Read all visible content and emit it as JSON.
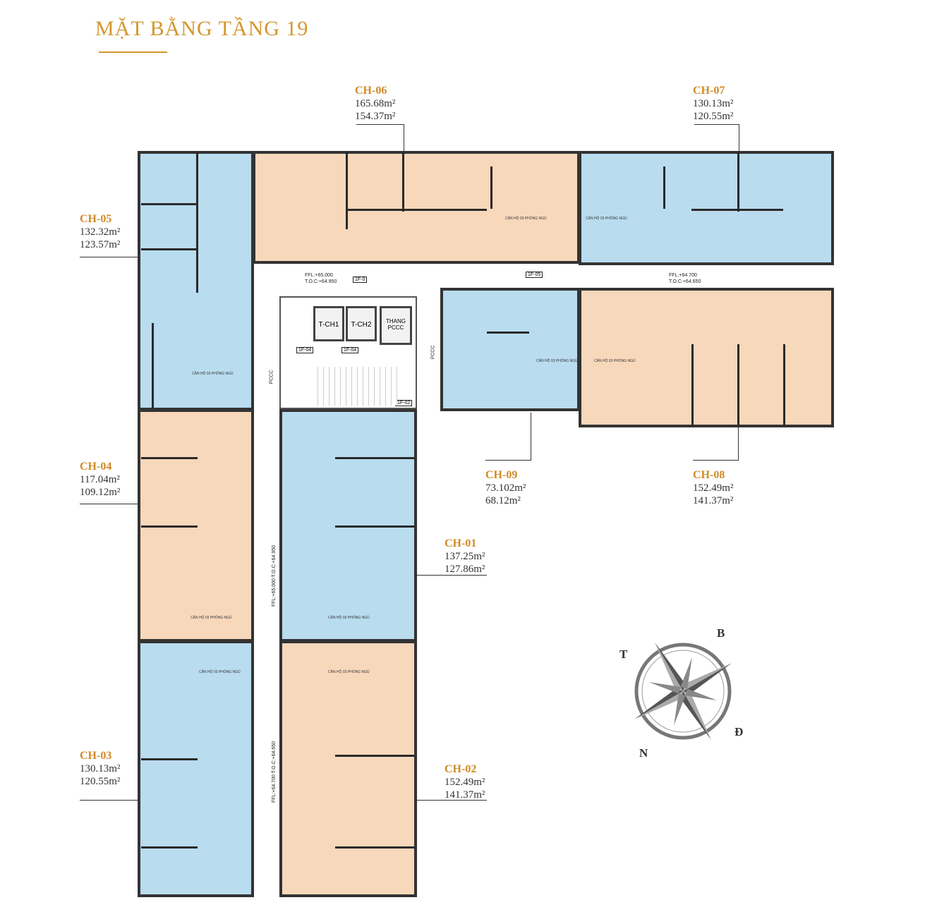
{
  "title": "MẶT BẰNG TẦNG 19",
  "colors": {
    "accent": "#d4962e",
    "blue_unit": "#b9dcef",
    "orange_unit": "#f8d8bb"
  },
  "units": [
    {
      "code": "CH-01",
      "area1": "137.25m²",
      "area2": "127.86m²"
    },
    {
      "code": "CH-02",
      "area1": "152.49m²",
      "area2": "141.37m²"
    },
    {
      "code": "CH-03",
      "area1": "130.13m²",
      "area2": "120.55m²"
    },
    {
      "code": "CH-04",
      "area1": "117.04m²",
      "area2": "109.12m²"
    },
    {
      "code": "CH-05",
      "area1": "132.32m²",
      "area2": "123.57m²"
    },
    {
      "code": "CH-06",
      "area1": "165.68m²",
      "area2": "154.37m²"
    },
    {
      "code": "CH-07",
      "area1": "130.13m²",
      "area2": "120.55m²"
    },
    {
      "code": "CH-08",
      "area1": "152.49m²",
      "area2": "141.37m²"
    },
    {
      "code": "CH-09",
      "area1": "73.102m²",
      "area2": "68.12m²"
    }
  ],
  "room_label": "CĂN HỘ 03 PHÒNG NGỦ",
  "core": {
    "lift1": "T-CH1",
    "lift2": "T-CH2",
    "fire_lift": "THANG PCCC",
    "pccc": "PCCC",
    "tag_1f0": "1F-0",
    "tag_1f04": "1F-04",
    "tag_1f02": "1F-02",
    "tag_1f05": "1F-05"
  },
  "levels": {
    "ffl_a": "FFL:+65.000",
    "toc_a": "T.O.C:+64.950",
    "ffl_b": "FFL:+64.700",
    "toc_b": "T.O.C:+64.650"
  },
  "compass": {
    "north": "B",
    "south": "N",
    "east": "Đ",
    "west": "T"
  }
}
